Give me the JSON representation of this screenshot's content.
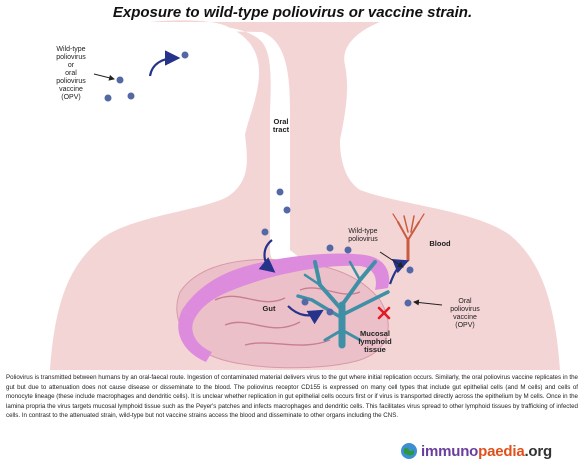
{
  "title": "Exposure to wild-type poliovirus or vaccine strain.",
  "labels": {
    "source_top": "Wild-type\npoliovirus\nor\noral\npoliovirus\nvaccine\n(OPV)",
    "oral_tract": "Oral\ntract",
    "wild_type": "Wild-type\npoliovirus",
    "blood": "Blood",
    "gut": "Gut",
    "opv_right": "Oral\npoliovirus\nvaccine\n(OPV)",
    "mucosal": "Mucosal\nlymphoid\ntissue"
  },
  "caption": "Poliovirus is transmitted between humans by an oral-faecal route. Ingestion of contaminated material delivers virus to the gut where initial replication occurs. Similarly, the oral poliovirus vaccine replicates in the gut but due to attenuation does not cause disease or disseminate to the blood. The poliovirus receptor CD155 is expressed on many cell types that include gut epithelial cells (and M cells) and cells of monocyte lineage (these include macrophages and dendritic cells). It is unclear whether replication in gut epithelial cells occurs first or if virus is transported directly across the epithelium by M cells. Once in the lamina propria the virus targets mucosal lymphoid tissue such as the Peyer's patches and infects macrophages and dendritic cells. This facilitates virus spread to other lymphoid tissues by trafficking of infected cells. In contrast to the attenuated strain, wild-type but not vaccine strains access the blood and disseminate to other organs including the CNS.",
  "logo": {
    "part1": "immuno",
    "part2": "paedia",
    "part3": ".org"
  },
  "colors": {
    "body": "#f4d5d6",
    "tract": "#ffffff",
    "colon": "#dd8cdd",
    "intestine": "#ecc0c9",
    "tree": "#3f8fa6",
    "virus": "#5468a6",
    "arrow": "#25338a",
    "cross": "#e01a23",
    "blood": "#c95c3e"
  }
}
